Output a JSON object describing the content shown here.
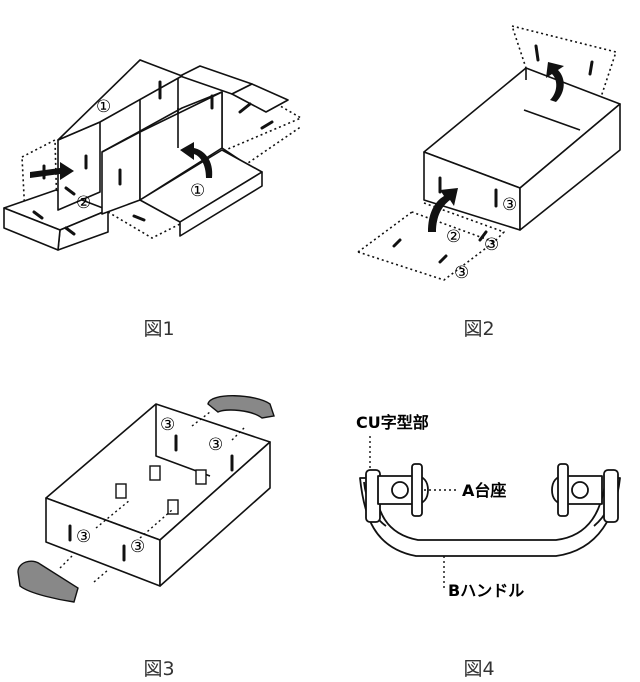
{
  "figures": [
    {
      "caption": "図1",
      "marks": [
        "①",
        "①",
        "②"
      ]
    },
    {
      "caption": "図2",
      "marks": [
        "③",
        "②",
        "③",
        "③"
      ]
    },
    {
      "caption": "図3",
      "marks": [
        "③",
        "③",
        "③",
        "③"
      ]
    },
    {
      "caption": "図4",
      "labels": {
        "c": "CU字型部",
        "a": "A台座",
        "b": "Bハンドル"
      }
    }
  ]
}
